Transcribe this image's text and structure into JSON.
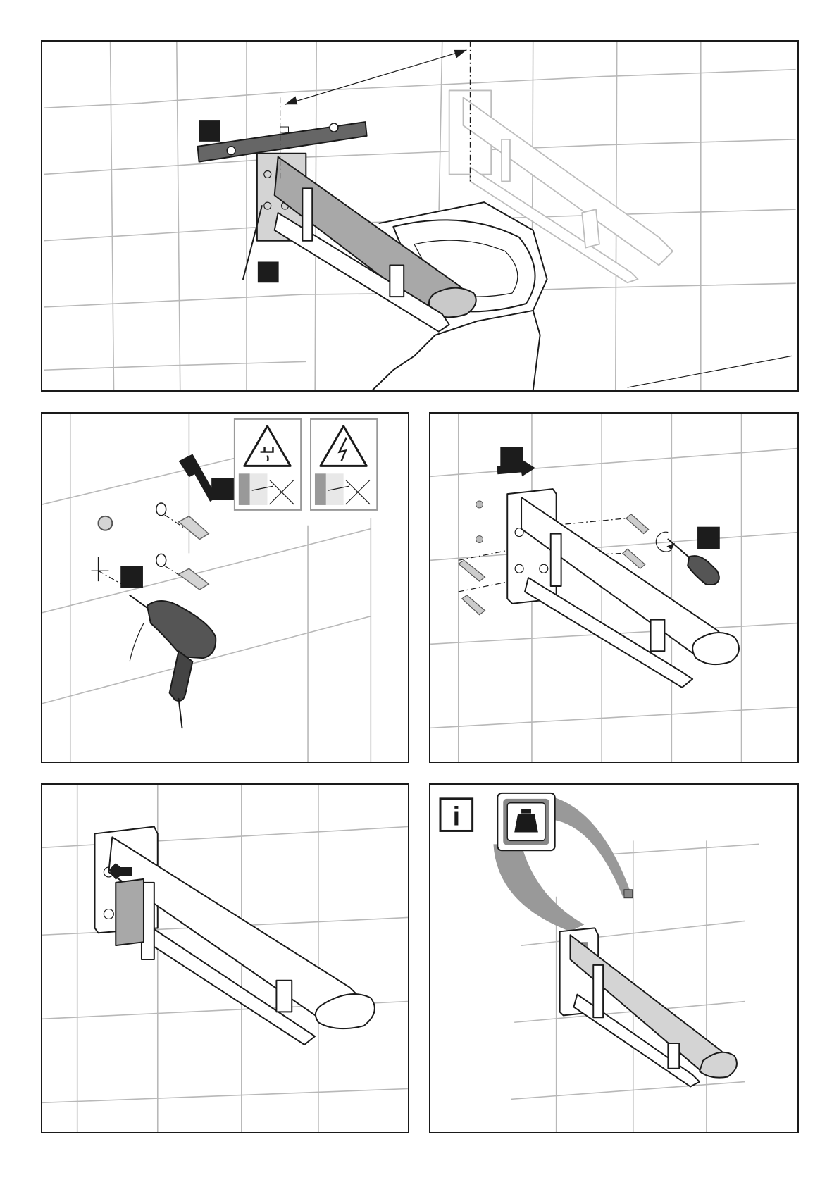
{
  "document": {
    "type": "assembly-instructions",
    "panels": [
      {
        "id": "panel-1",
        "step": "measure-and-level"
      },
      {
        "id": "panel-2",
        "step": "drill-holes"
      },
      {
        "id": "panel-3",
        "step": "screw-mounting"
      },
      {
        "id": "panel-4",
        "step": "insert-cover"
      },
      {
        "id": "panel-5",
        "step": "information"
      }
    ],
    "icons": {
      "warning_water": "water-pipe-warning-icon",
      "warning_electric": "electric-cable-warning-icon",
      "info": "info-icon",
      "weight": "weight-icon"
    },
    "info_glyph": "i",
    "colors": {
      "border": "#1a1a1a",
      "tile_lines": "#b8b8b8",
      "rail_fill": "#ffffff",
      "highlight_fill": "#a8a8a8",
      "marker_fill": "#1c1c1c",
      "ghost_lines": "#bdbdbd"
    }
  }
}
